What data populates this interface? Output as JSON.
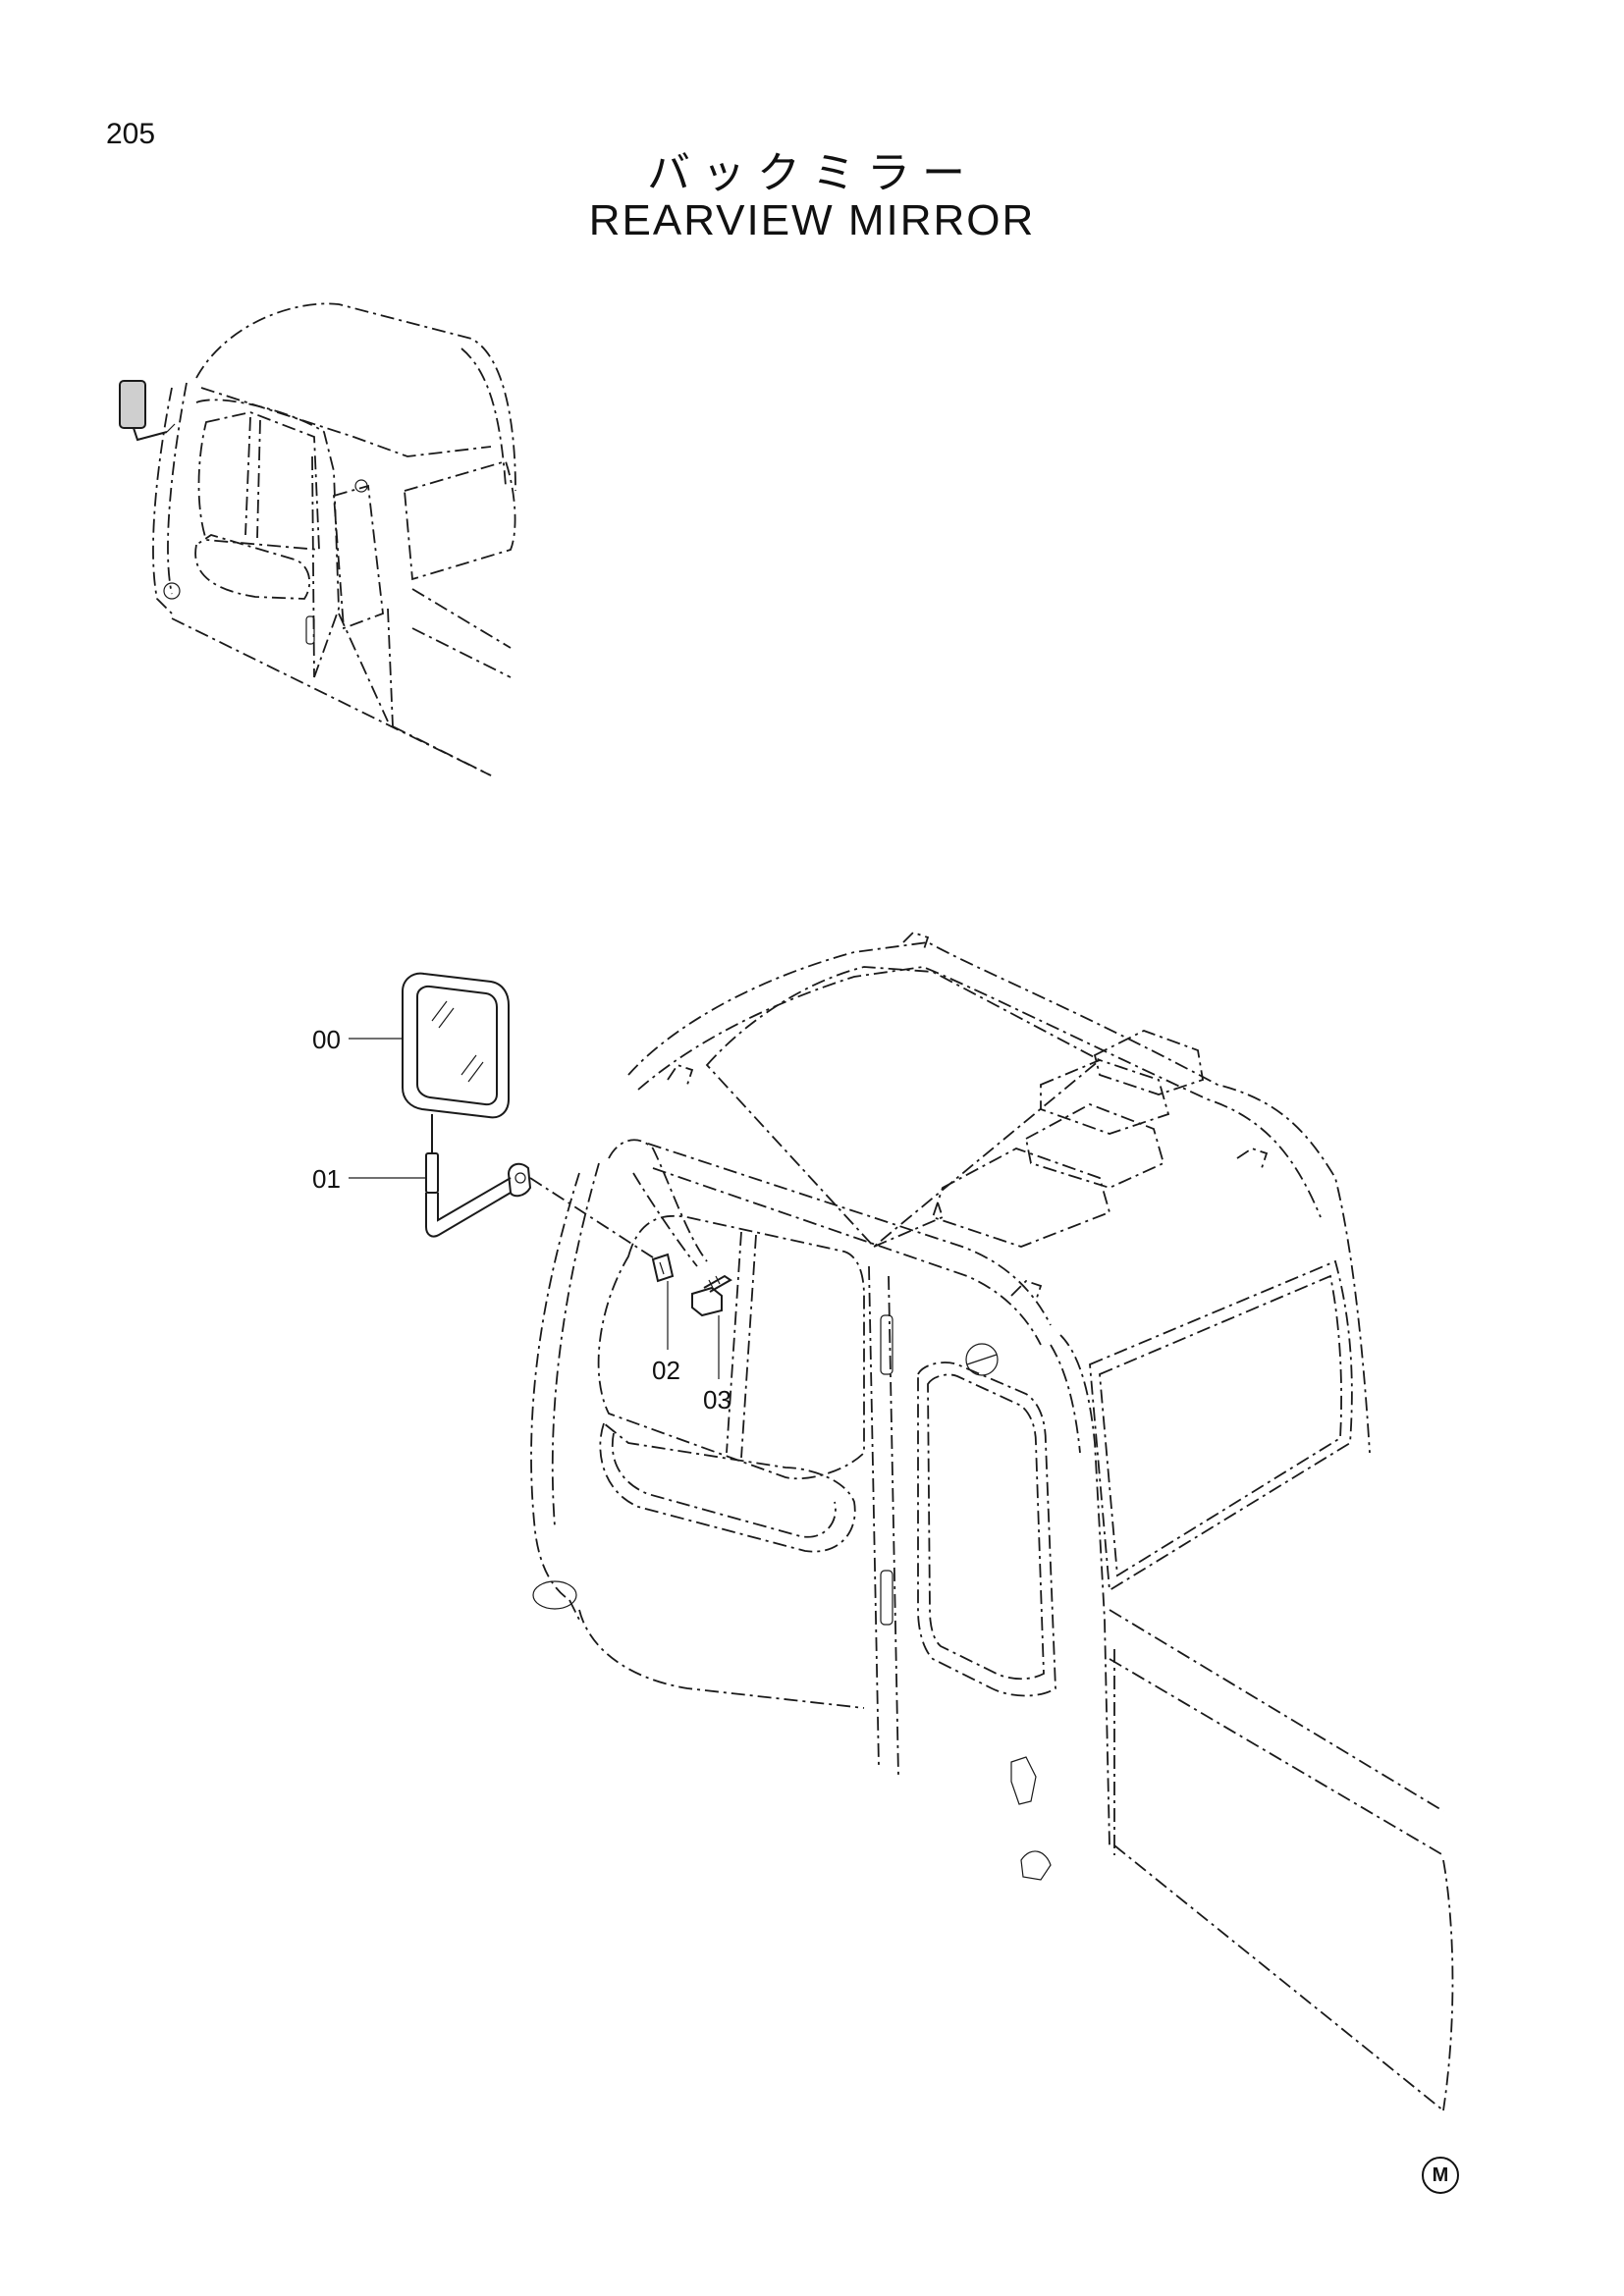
{
  "page": {
    "number": "205",
    "title_jp": "バックミラー",
    "title_en": "REARVIEW MIRROR",
    "mark": "M"
  },
  "callouts": [
    {
      "id": "00"
    },
    {
      "id": "01"
    },
    {
      "id": "02"
    },
    {
      "id": "03"
    }
  ]
}
